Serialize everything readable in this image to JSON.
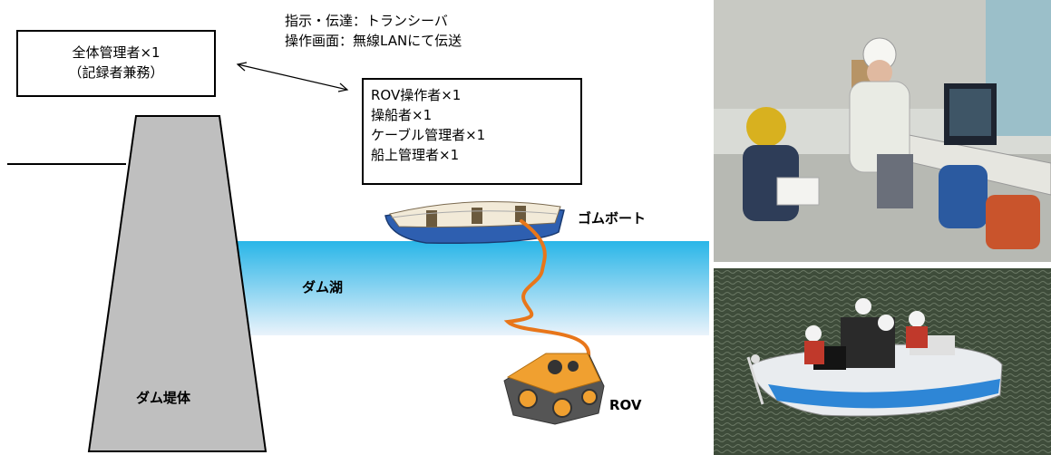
{
  "communication": {
    "line1": "指示・伝達：トランシーバ",
    "line2": "操作画面：無線LANにて伝送"
  },
  "supervisor_box": {
    "line1": "全体管理者×1",
    "line2": "（記録者兼務）"
  },
  "crew_box": {
    "lines": [
      "ROV操作者×1",
      "操船者×1",
      "ケーブル管理者×1",
      "船上管理者×1"
    ]
  },
  "labels": {
    "boat": "ゴムボート",
    "lake": "ダム湖",
    "dam": "ダム堤体",
    "rov": "ROV"
  },
  "colors": {
    "water_top": "#29b6e8",
    "water_bottom": "#eaf3fb",
    "dam_fill": "#bfbfbf",
    "cable": "#e8761a",
    "boat_hull": "#2e5fb0",
    "rov_body": "#f0a030"
  },
  "photos": [
    {
      "icon": "control-room-photo"
    },
    {
      "icon": "rubber-boat-on-lake-photo"
    }
  ]
}
